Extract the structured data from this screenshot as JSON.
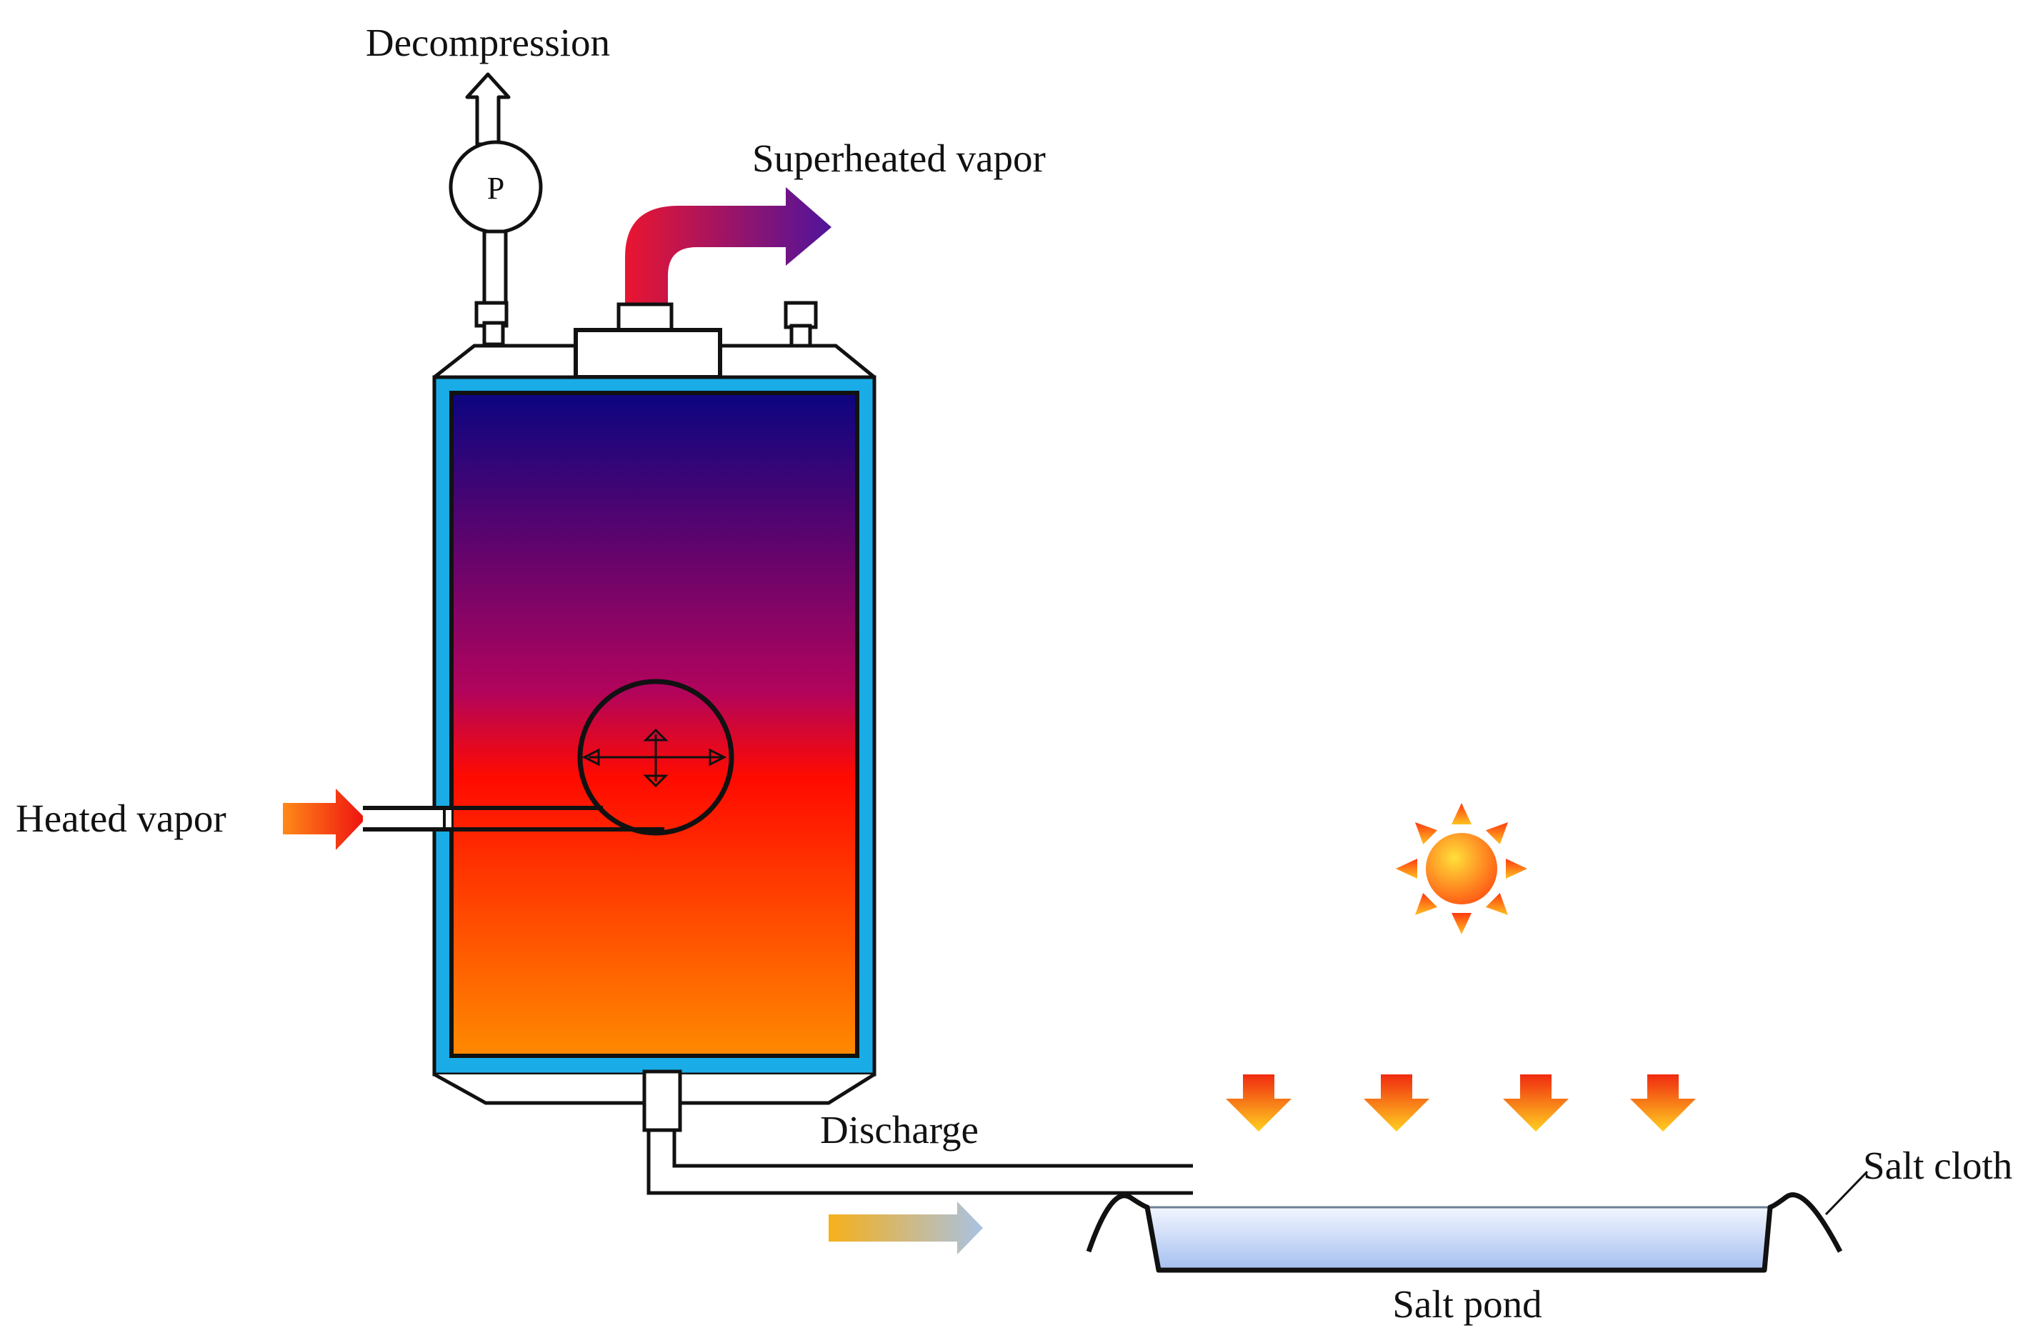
{
  "labels": {
    "decompression": "Decompression",
    "pump": "P",
    "superheated_vapor": "Superheated  vapor",
    "heated_vapor": "Heated  vapor",
    "discharge": "Discharge",
    "salt_cloth": "Salt cloth",
    "salt_pond": "Salt pond"
  },
  "colors": {
    "tank_jacket": "#19ace6",
    "tank_gradient": [
      "#0b0580",
      "#b1045c",
      "#ff0a00",
      "#ff8a00"
    ],
    "vapor_arrow": [
      "#e8143c",
      "#50129a"
    ],
    "heated_vapor_arrow": [
      "#ff7a10",
      "#ee1010"
    ],
    "discharge_arrow": [
      "#f4b020",
      "#a9c2e2"
    ],
    "sun": [
      "#ffe03a",
      "#ff5a10"
    ],
    "heat_arrows": [
      "#f03010",
      "#ffd020"
    ],
    "pond_water": [
      "#edf2ff",
      "#a9c3ef"
    ]
  },
  "icons": [
    "pressure-pump-icon",
    "fan-impeller-icon",
    "sun-icon",
    "heat-down-arrow-icon"
  ]
}
